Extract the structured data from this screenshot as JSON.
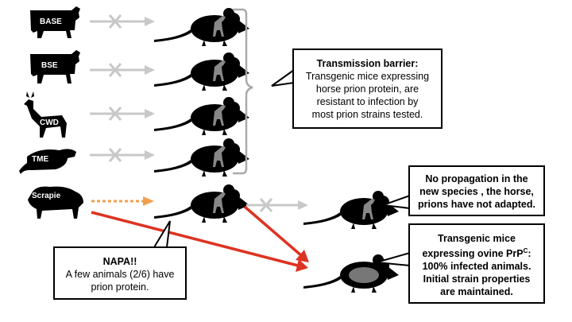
{
  "source_animals": [
    {
      "label": "BASE",
      "icon": "cow-icon"
    },
    {
      "label": "BSE",
      "icon": "cow-icon"
    },
    {
      "label": "CWD",
      "icon": "deer-icon"
    },
    {
      "label": "TME",
      "icon": "mink-icon"
    },
    {
      "label": "Scrapie",
      "icon": "sheep-icon"
    }
  ],
  "callouts": {
    "barrier": {
      "title": "Transmission barrier:",
      "line1": "Transgenic mice expressing",
      "line2": "horse prion protein, are",
      "line3": "resistant to infection by",
      "line4": "most prion strains tested."
    },
    "no_propagation": {
      "line1": "No propagation in the",
      "line2": "new species , the horse,",
      "line3": "prions have not adapted."
    },
    "ovine": {
      "line1": "Transgenic mice",
      "line2a": "expressing ovine PrP",
      "line2sup": "C",
      "line2b": ":",
      "line3": "100% infected animals.",
      "line4": "Initial strain properties",
      "line5": "are maintained."
    },
    "napa": {
      "title": "NAPA!!",
      "line1": "A few animals (2/6) have",
      "line2": "prion protein."
    }
  },
  "colors": {
    "silhouette": "#000000",
    "blocked_arrow": "#c8c8c8",
    "dotted_arrow": "#f0a050",
    "red_arrow": "#dd3322",
    "bracket": "#aaaaaa",
    "horse_mark": "#888888",
    "ovine_mouse": "#777777"
  }
}
